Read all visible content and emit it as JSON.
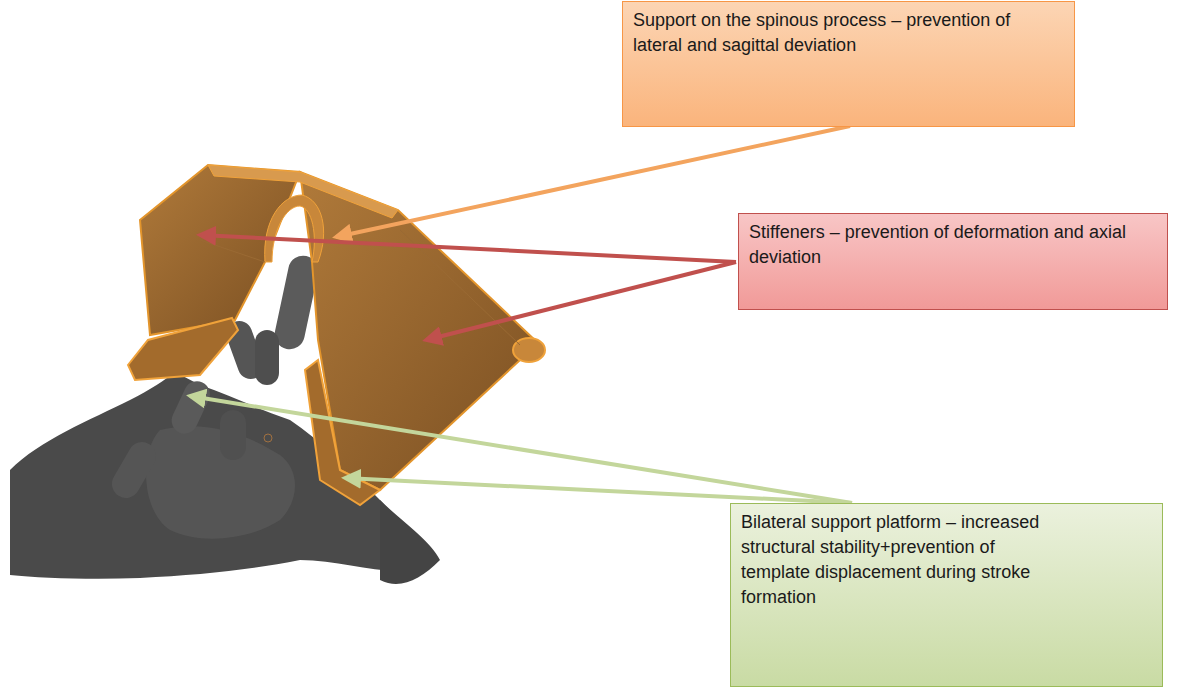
{
  "diagram": {
    "nodes": [
      {
        "text": [
          "Support on the spinous process – prevention of lateral and sagittal deviation"
        ]
      },
      {
        "text": [
          "Stiffeners – prevention of deformation and axial deviation"
        ]
      },
      {
        "text": [
          "Bilateral support platform – increased structural stability+prevention of template displacement during stroke formation"
        ]
      }
    ]
  }
}
